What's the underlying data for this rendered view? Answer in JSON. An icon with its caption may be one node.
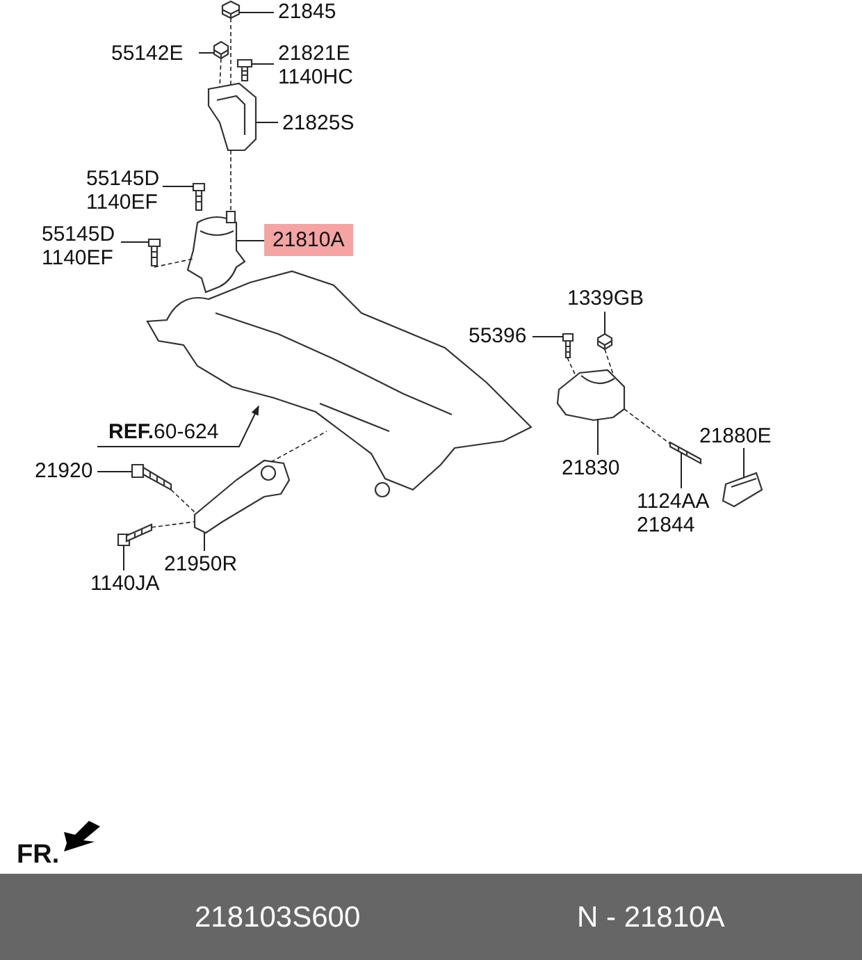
{
  "diagram": {
    "nodes": [
      {
        "text": [
          "21845"
        ]
      },
      {
        "text": [
          "55142E"
        ]
      },
      {
        "text": [
          "21821E",
          "1140HC"
        ]
      },
      {
        "text": [
          "21825S"
        ]
      },
      {
        "text": [
          "55145D",
          "1140EF"
        ]
      },
      {
        "text": [
          "21810A"
        ]
      },
      {
        "text": [
          "55145D",
          "1140EF"
        ]
      },
      {
        "text": [
          "1339GB"
        ]
      },
      {
        "text": [
          "55396"
        ]
      },
      {
        "text": [
          "**REF.**60-624"
        ]
      },
      {
        "text": [
          "21880E"
        ]
      },
      {
        "text": [
          "21920"
        ]
      },
      {
        "text": [
          "21830"
        ]
      },
      {
        "text": [
          "1124AA",
          "21844"
        ]
      },
      {
        "text": [
          "21950R"
        ]
      },
      {
        "text": [
          "1140JA"
        ]
      },
      {
        "text": [],
        "shape": "picture"
      },
      {
        "text": [],
        "shape": "picture"
      },
      {
        "text": [],
        "shape": "picture"
      },
      {
        "text": [],
        "shape": "picture"
      },
      {
        "text": [],
        "shape": "picture"
      },
      {
        "text": [],
        "shape": "picture"
      },
      {
        "text": [],
        "shape": "picture"
      },
      {
        "text": [],
        "shape": "picture"
      },
      {
        "text": [],
        "shape": "picture"
      },
      {
        "text": [],
        "shape": "picture"
      },
      {
        "text": [],
        "shape": "picture"
      },
      {
        "text": [],
        "shape": "picture"
      },
      {
        "text": [],
        "shape": "picture"
      },
      {
        "text": [],
        "shape": "picture"
      },
      {
        "text": [],
        "shape": "picture"
      },
      {
        "text": [],
        "shape": "picture"
      }
    ],
    "edges": [
      {
        "from": 0,
        "to": 16,
        "arrow": "none"
      },
      {
        "from": 1,
        "to": 17,
        "arrow": "none"
      },
      {
        "from": 2,
        "to": 18,
        "arrow": "none"
      },
      {
        "from": 3,
        "to": 19,
        "arrow": "none"
      },
      {
        "from": 4,
        "to": 20,
        "arrow": "none"
      },
      {
        "from": 5,
        "to": 21,
        "arrow": "none"
      },
      {
        "from": 6,
        "to": 22,
        "arrow": "none"
      },
      {
        "from": 7,
        "to": 23,
        "arrow": "none"
      },
      {
        "from": 8,
        "to": 24,
        "arrow": "none"
      },
      {
        "from": 9,
        "to": 25,
        "arrow": "to"
      },
      {
        "from": 10,
        "to": 26,
        "arrow": "none"
      },
      {
        "from": 11,
        "to": 27,
        "arrow": "none"
      },
      {
        "from": 12,
        "to": 28,
        "arrow": "none"
      },
      {
        "from": 13,
        "to": 29,
        "arrow": "none"
      },
      {
        "from": 14,
        "to": 30,
        "arrow": "none"
      },
      {
        "from": 15,
        "to": 31,
        "arrow": "none"
      },
      {
        "from": 16,
        "to": 19,
        "arrow": "none",
        "style": "dashed"
      },
      {
        "from": 17,
        "to": 19,
        "arrow": "none",
        "style": "dashed"
      },
      {
        "from": 19,
        "to": 21,
        "arrow": "none",
        "style": "dashed"
      },
      {
        "from": 22,
        "to": 21,
        "arrow": "none",
        "style": "dashed"
      },
      {
        "from": 24,
        "to": 28,
        "arrow": "none",
        "style": "dashed"
      },
      {
        "from": 23,
        "to": 28,
        "arrow": "none",
        "style": "dashed"
      },
      {
        "from": 28,
        "to": 29,
        "arrow": "none",
        "style": "dashed"
      },
      {
        "from": 30,
        "to": 25,
        "arrow": "none",
        "style": "dashed"
      },
      {
        "from": 27,
        "to": 30,
        "arrow": "none",
        "style": "dashed"
      },
      {
        "from": 31,
        "to": 30,
        "arrow": "none",
        "style": "dashed"
      }
    ],
    "labels": [
      "FR.",
      "218103S600",
      "N - 21810A"
    ]
  }
}
